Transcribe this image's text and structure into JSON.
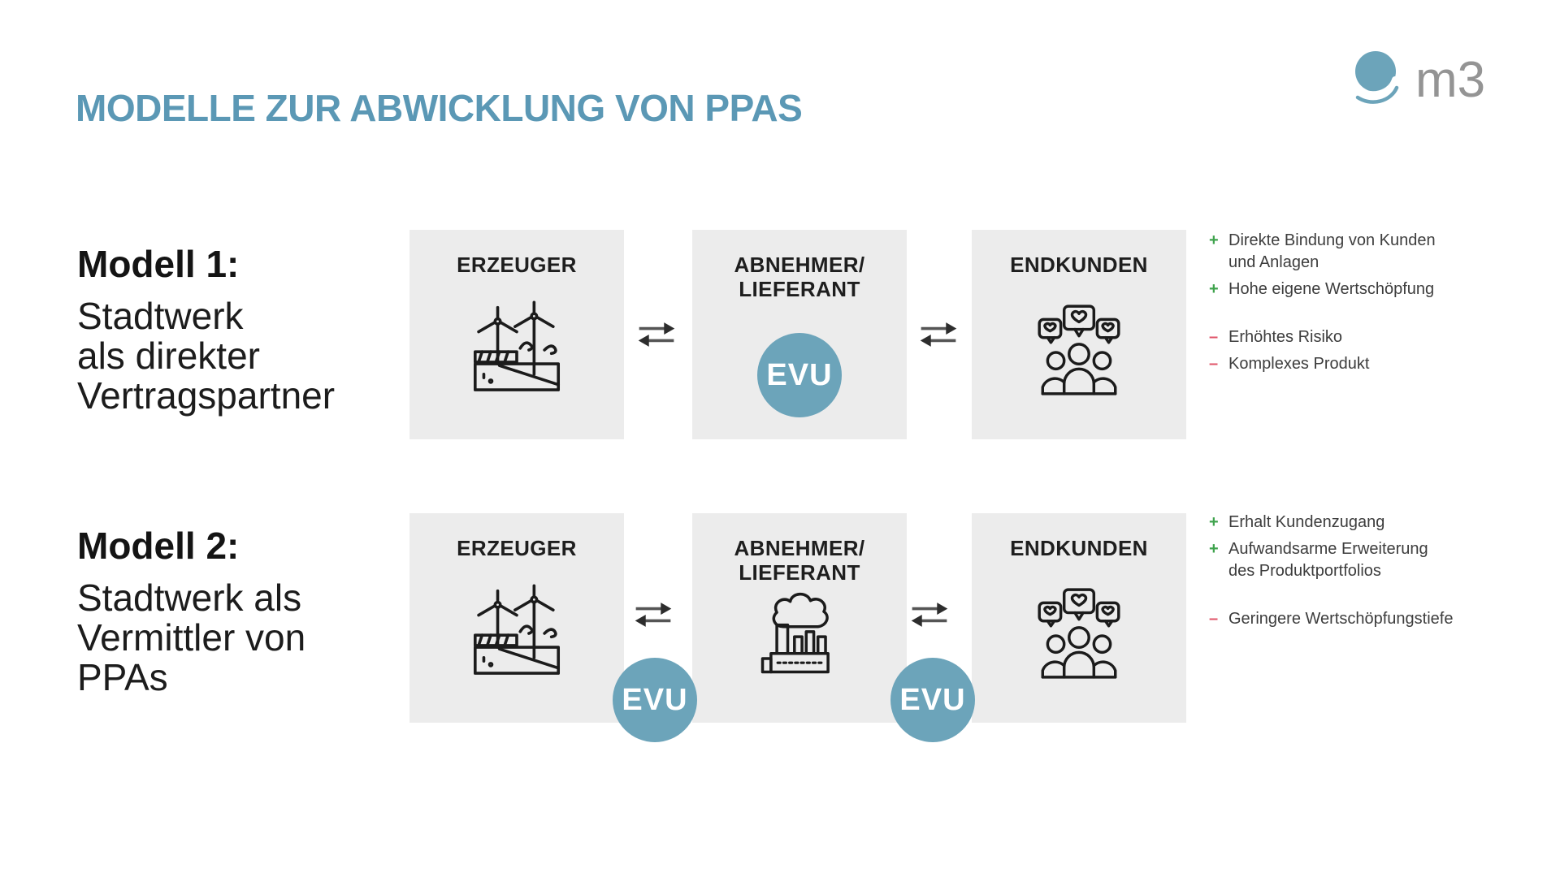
{
  "title": "MODELLE ZUR ABWICKLUNG VON PPAS",
  "logo": {
    "text": "m3"
  },
  "evu_label": "EVU",
  "colors": {
    "title_teal": "#5B98B5",
    "evu_teal": "#6CA4BA",
    "box_gray": "#ECECEC",
    "plus_green": "#3FA34D",
    "minus_red": "#E0556A",
    "logo_gray": "#949494"
  },
  "icons": {
    "producer": "wind-farm-icon",
    "offtaker_model2": "factory-icon",
    "endcustomer": "people-group-icon",
    "exchange": "two-way-arrows-icon",
    "logo": "m3-logo-icon"
  },
  "model1": {
    "heading": "Modell 1:",
    "desc": [
      "Stadtwerk",
      "als direkter",
      "Vertragspartner"
    ],
    "boxes": {
      "producer": "ERZEUGER",
      "offtaker_line1": "ABNEHMER/",
      "offtaker_line2": "LIEFERANT",
      "endcustomer": "ENDKUNDEN"
    },
    "bullets": [
      {
        "sign": "+",
        "lines": [
          "Direkte Bindung von Kunden",
          "und Anlagen"
        ]
      },
      {
        "sign": "+",
        "lines": [
          "Hohe eigene Wertschöpfung"
        ]
      },
      {
        "sign": "–",
        "lines": [
          "Erhöhtes Risiko"
        ]
      },
      {
        "sign": "–",
        "lines": [
          "Komplexes Produkt"
        ]
      }
    ]
  },
  "model2": {
    "heading": "Modell 2:",
    "desc": [
      "Stadtwerk als",
      "Vermittler von",
      "PPAs"
    ],
    "boxes": {
      "producer": "ERZEUGER",
      "offtaker_line1": "ABNEHMER/",
      "offtaker_line2": "LIEFERANT",
      "endcustomer": "ENDKUNDEN"
    },
    "bullets": [
      {
        "sign": "+",
        "lines": [
          "Erhalt Kundenzugang"
        ]
      },
      {
        "sign": "+",
        "lines": [
          "Aufwandsarme Erweiterung",
          "des Produktportfolios"
        ]
      },
      {
        "sign": "–",
        "lines": [
          "Geringere Wertschöpfungstiefe"
        ]
      }
    ]
  }
}
